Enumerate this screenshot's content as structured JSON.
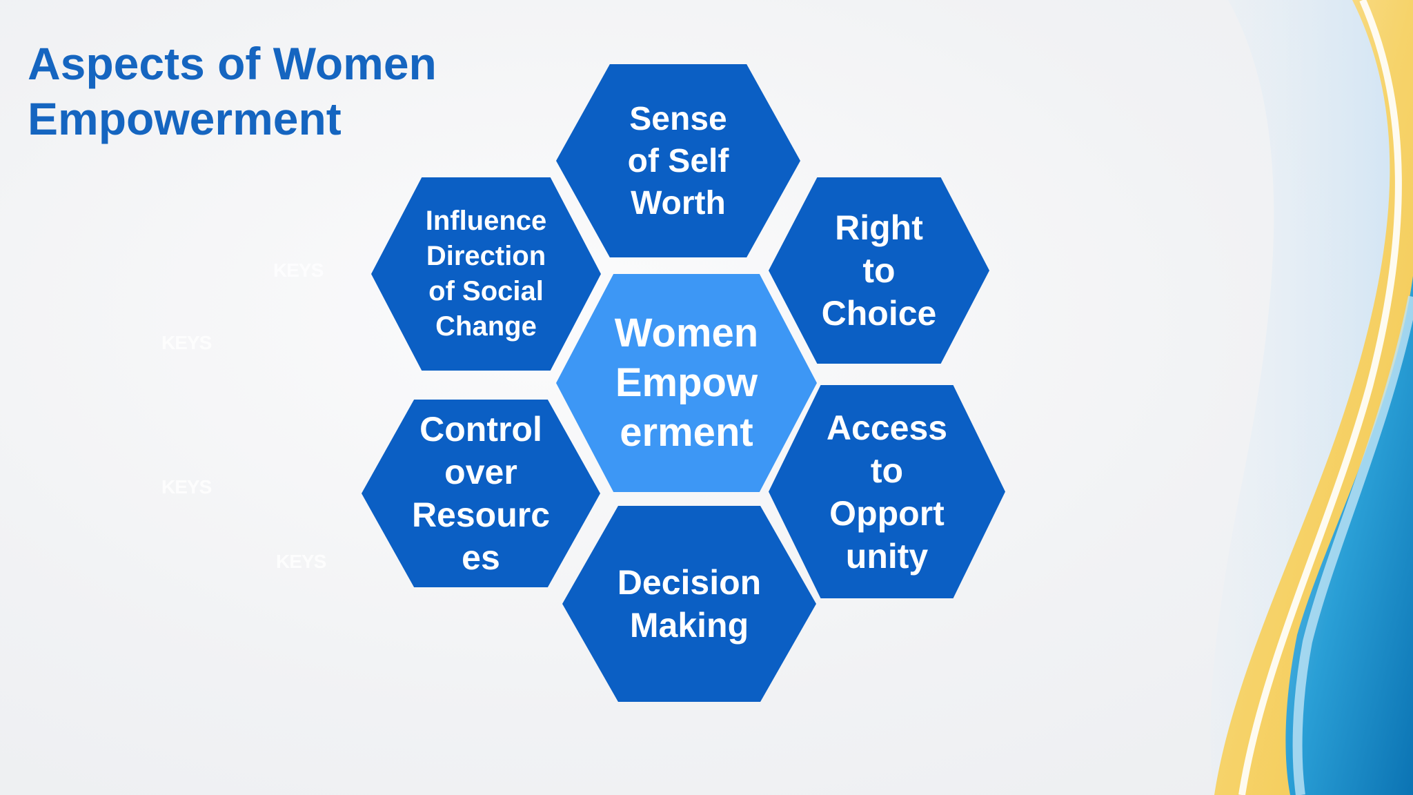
{
  "slide": {
    "title_line1": "Aspects of Women",
    "title_line2": "Empowerment"
  },
  "watermarks": [
    "KEYS",
    "KEYS",
    "KEYS",
    "KEYS"
  ],
  "diagram": {
    "center": "Women\nEmpow\nerment",
    "aspects": {
      "top": "Sense\nof Self\nWorth",
      "upper_left": "Influence\nDirection\nof Social\nChange",
      "upper_right": "Right\nto\nChoice",
      "lower_left": "Control\nover\nResourc\nes",
      "lower_right": "Access\nto\nOpport\nunity",
      "bottom": "Decision\nMaking"
    }
  },
  "colors": {
    "hex_dark": "#0b5fc4",
    "hex_center": "#3d97f5",
    "title": "#1565c0",
    "wave_yellow": "#f6d86b",
    "wave_blue": "#2a9fd6"
  }
}
